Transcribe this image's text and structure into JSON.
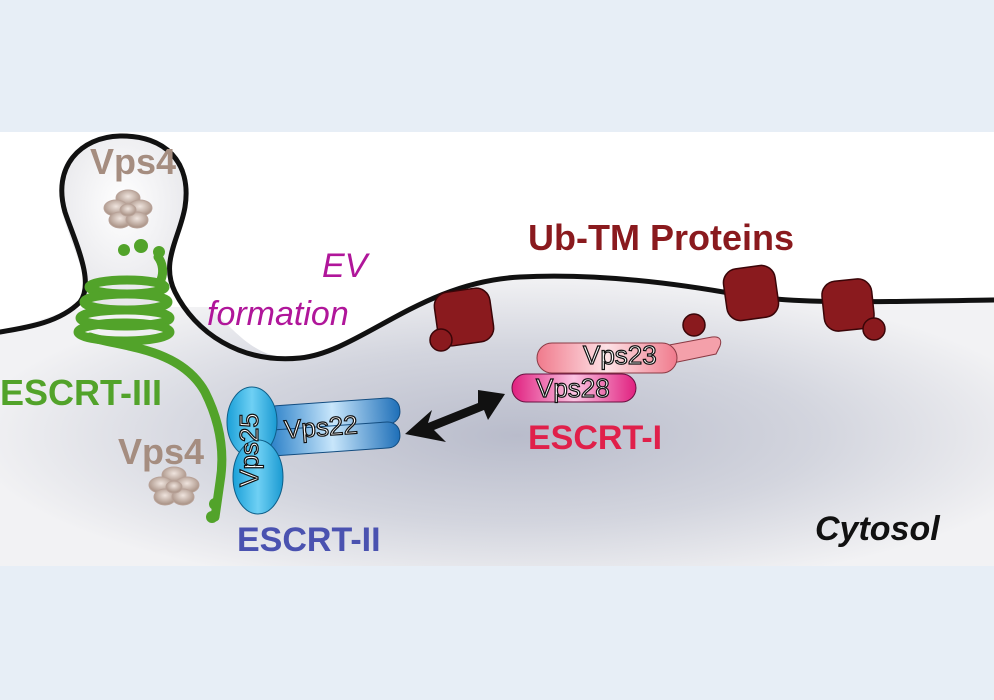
{
  "labels": {
    "vps4_top": "Vps4",
    "vps4_bottom": "Vps4",
    "escrt3": "ESCRT-III",
    "escrt2": "ESCRT-II",
    "escrt1": "ESCRT-I",
    "ev_line1": "EV",
    "ev_line2": "formation",
    "ub_tm": "Ub-TM Proteins",
    "cytosol": "Cytosol",
    "vps25": "Vps25",
    "vps22": "Vps22",
    "vps23": "Vps23",
    "vps28": "Vps28"
  },
  "colors": {
    "background": "#e7eef6",
    "panel": "#ffffff",
    "membrane": "#111111",
    "escrt3_green": "#52a32a",
    "vps4_tan": "#a58d80",
    "escrt2_blue": "#4a52b0",
    "vps_blue": "#2a8fd6",
    "escrt1_red": "#e0204a",
    "vps23_pink": "#f4a0aa",
    "vps28_magenta": "#e8288c",
    "ub_protein": "#8a1a1e",
    "ev_purple": "#b0169a",
    "cytosol_shade": "#bcbfcc"
  }
}
